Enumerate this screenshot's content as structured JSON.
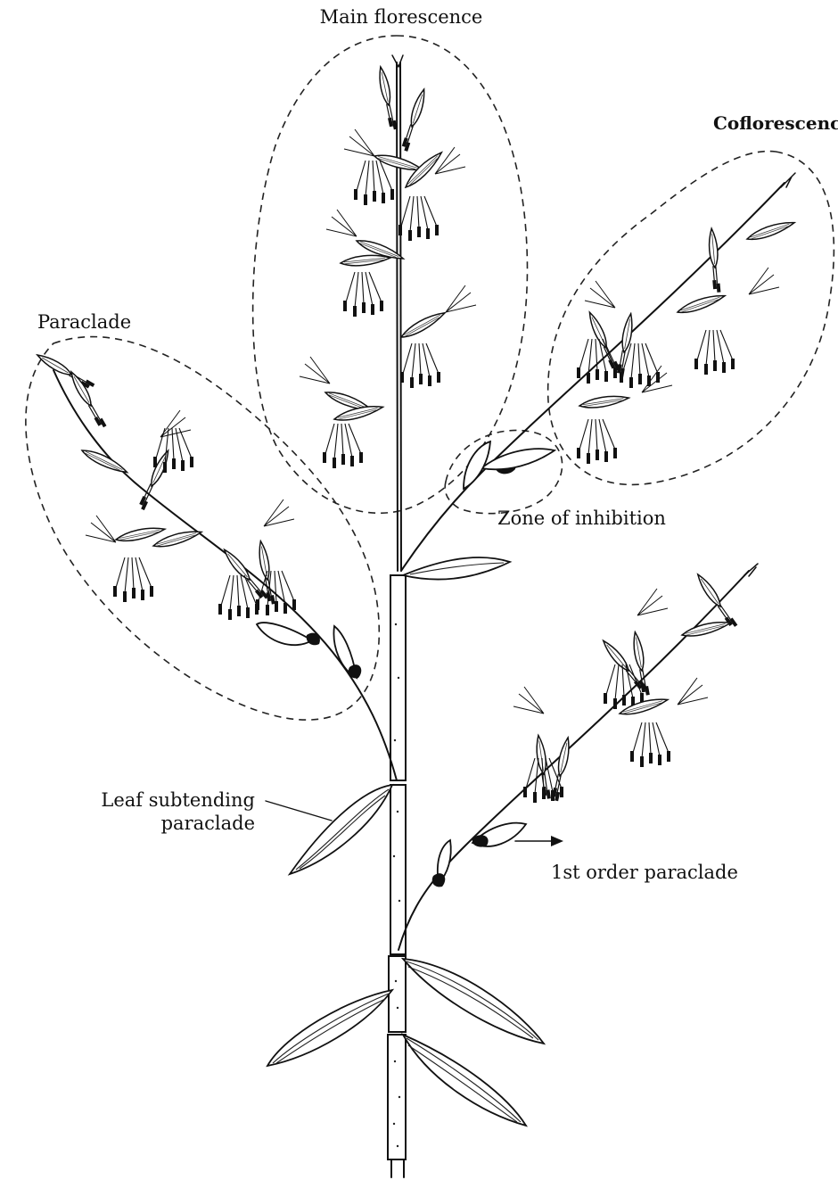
{
  "labels": {
    "main_florescence": "Main florescence",
    "coflorescence": "Coflorescence",
    "paraclade": "Paraclade",
    "zone_of_inhibition": "Zone of inhibition",
    "leaf_subtending_line1": "Leaf subtending",
    "leaf_subtending_line2": "paraclade",
    "first_order_paraclade": "1st order paraclade"
  }
}
